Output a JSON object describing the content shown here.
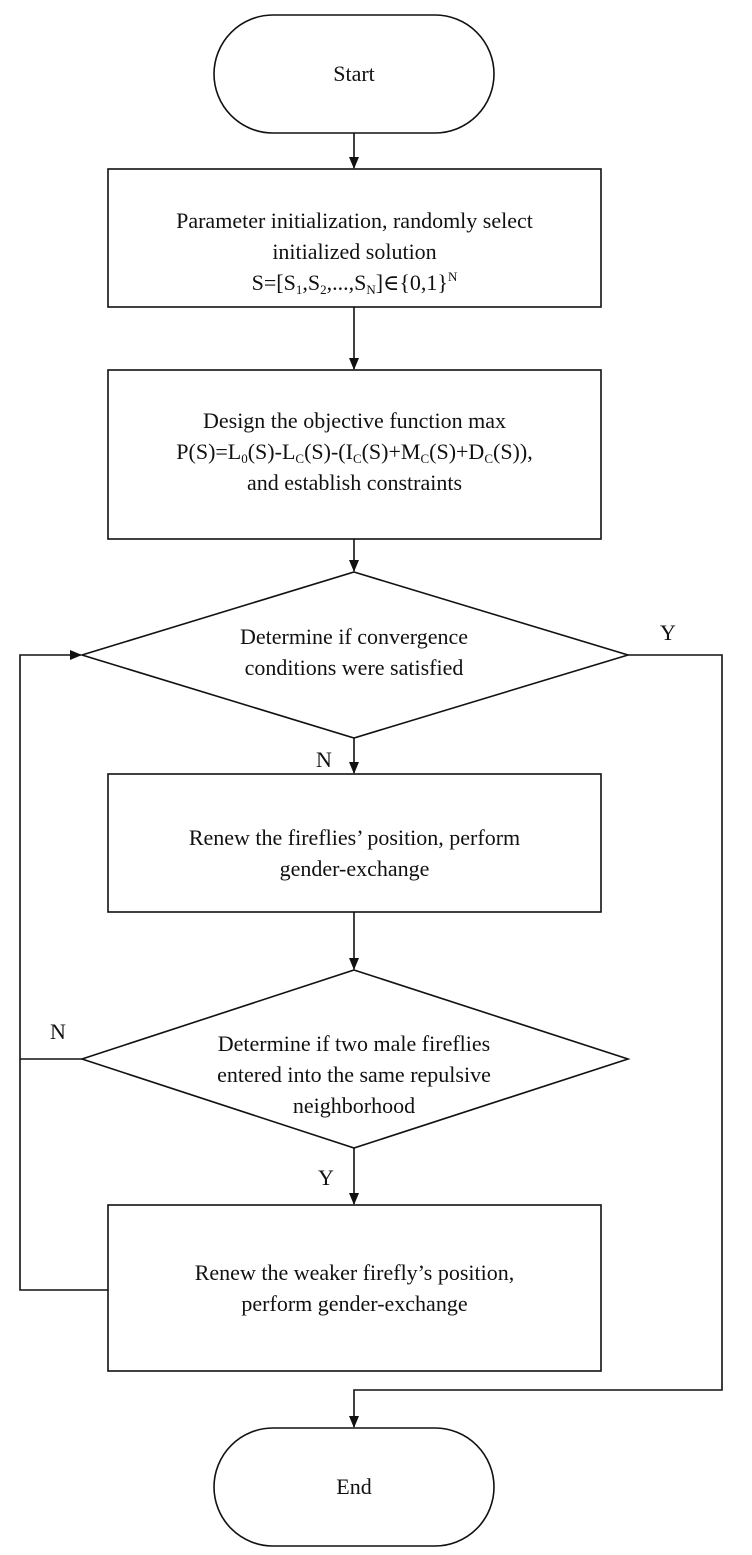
{
  "flowchart": {
    "start": "Start",
    "end": "End",
    "init": {
      "line1": "Parameter initialization, randomly select",
      "line2": "initialized solution",
      "formula": {
        "s_eq": "S=[S",
        "sub1": "1",
        "s2": ",S",
        "sub2": "2",
        "dots": ",...,S",
        "subN": "N",
        "tail": "]∈{0,1}",
        "sup": "N"
      }
    },
    "objective": {
      "line1": "Design the objective function max",
      "formula": {
        "p": "P(S)=L",
        "sub0": "0",
        "a": "(S)-L",
        "subC1": "C",
        "b": "(S)-(I",
        "subC2": "C",
        "c": "(S)+M",
        "subC3": "C",
        "d": "(S)+D",
        "subC4": "C",
        "e": "(S)),"
      },
      "line3": "and establish constraints"
    },
    "decision1": {
      "line1": "Determine if convergence",
      "line2": "conditions were satisfied",
      "yes_label": "Y",
      "no_label": "N"
    },
    "renew_positions": {
      "line1": "Renew the fireflies’ position, perform",
      "line2": "gender-exchange"
    },
    "decision2": {
      "line1": "Determine if two male fireflies",
      "line2": "entered into the same repulsive",
      "line3": "neighborhood",
      "yes_label": "Y",
      "no_label": "N"
    },
    "renew_weaker": {
      "line1": "Renew the weaker firefly’s position,",
      "line2": "perform gender-exchange"
    }
  }
}
